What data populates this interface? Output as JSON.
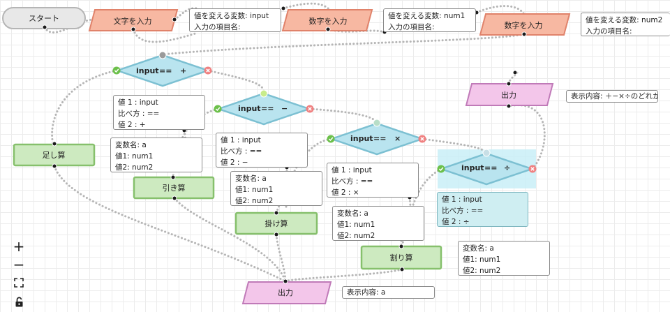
{
  "nodes": {
    "start": "スタート",
    "input_text": "文字を入力",
    "input_num1": "数字を入力",
    "input_num2": "数字を入力",
    "cond_plus": {
      "left": "input",
      "op": "==",
      "right": "+"
    },
    "cond_minus": {
      "left": "input",
      "op": "==",
      "right": "−"
    },
    "cond_times": {
      "left": "input",
      "op": "==",
      "right": "×"
    },
    "cond_div": {
      "left": "input",
      "op": "==",
      "right": "÷"
    },
    "add": "足し算",
    "sub": "引き算",
    "mul": "掛け算",
    "div": "割り算",
    "output_final": "出力",
    "output_top": "出力"
  },
  "info": {
    "text_input": [
      "値を変える変数: input",
      "入力の項目名:"
    ],
    "num1_input": [
      "値を変える変数: num1",
      "入力の項目名:"
    ],
    "num2_input": [
      "値を変える変数: num2",
      "入力の項目名:"
    ],
    "cond_plus": [
      "値 1 : input",
      "比べ方 : ==",
      "値 2 : +"
    ],
    "cond_minus": [
      "値 1 : input",
      "比べ方 : ==",
      "値 2 : −"
    ],
    "cond_times": [
      "値 1 : input",
      "比べ方 : ==",
      "値 2 : ×"
    ],
    "cond_div": [
      "値 1 : input",
      "比べ方 : ==",
      "値 2 : ÷"
    ],
    "add": [
      "変数名: a",
      "値1: num1",
      "値2: num2"
    ],
    "sub": [
      "変数名: a",
      "値1: num1",
      "値2: num2"
    ],
    "mul": [
      "変数名: a",
      "値1: num1",
      "値2: num2"
    ],
    "div": [
      "変数名: a",
      "値1: num1",
      "値2: num2"
    ],
    "output_final": "表示内容: a",
    "output_top": "表示内容: ＋−×÷のどれかを入"
  },
  "controls": {
    "zoom_in": "+",
    "zoom_out": "−"
  },
  "colors": {
    "input_fill": "#f7b8a2",
    "input_stroke": "#e0826a",
    "diamond_fill": "#b9e4ef",
    "diamond_stroke": "#7cc0d2",
    "process_fill": "#cdeac0",
    "process_stroke": "#86c06c",
    "output_fill": "#f3c6ea",
    "output_stroke": "#c07ab8",
    "start_fill": "#e8e8e8",
    "start_stroke": "#b5b5b5",
    "selected_bg": "#c9eef7",
    "true_port": "#6cc04a",
    "false_port": "#f08080",
    "connector": "#b5b5b5"
  }
}
